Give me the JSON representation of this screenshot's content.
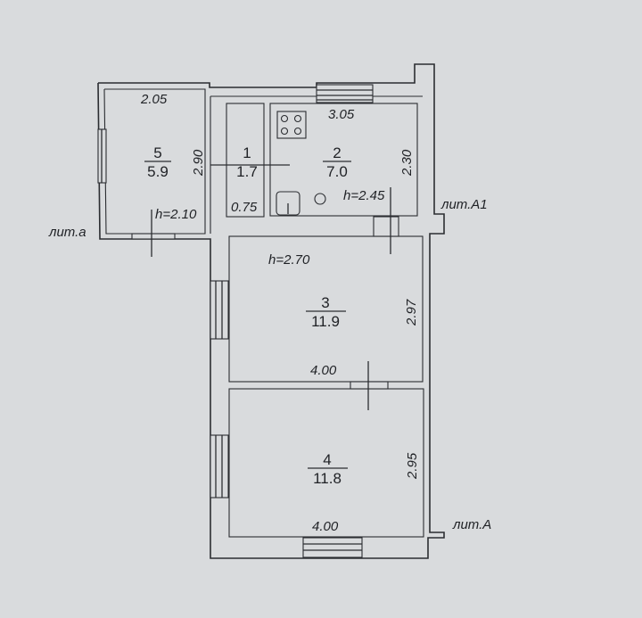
{
  "plan": {
    "rooms": [
      {
        "id": "5",
        "number": "5",
        "area": "5.9"
      },
      {
        "id": "1",
        "number": "1",
        "area": "1.7"
      },
      {
        "id": "2",
        "number": "2",
        "area": "7.0"
      },
      {
        "id": "3",
        "number": "3",
        "area": "11.9"
      },
      {
        "id": "4",
        "number": "4",
        "area": "11.8"
      }
    ],
    "dimensions": {
      "room5_top": "2.05",
      "room5_side": "2.90",
      "room1_bottom": "0.75",
      "room2_top": "3.05",
      "room2_side": "2.30",
      "room3_side": "2.97",
      "room3_bottom": "4.00",
      "room4_side": "2.95",
      "room4_bottom": "4.00"
    },
    "heights": {
      "room5": "h=2.10",
      "room2": "h=2.45",
      "room3": "h=2.70"
    },
    "letters": {
      "lit_a_small": "лит.а",
      "lit_A1": "лит.А1",
      "lit_A": "лит.А"
    }
  }
}
